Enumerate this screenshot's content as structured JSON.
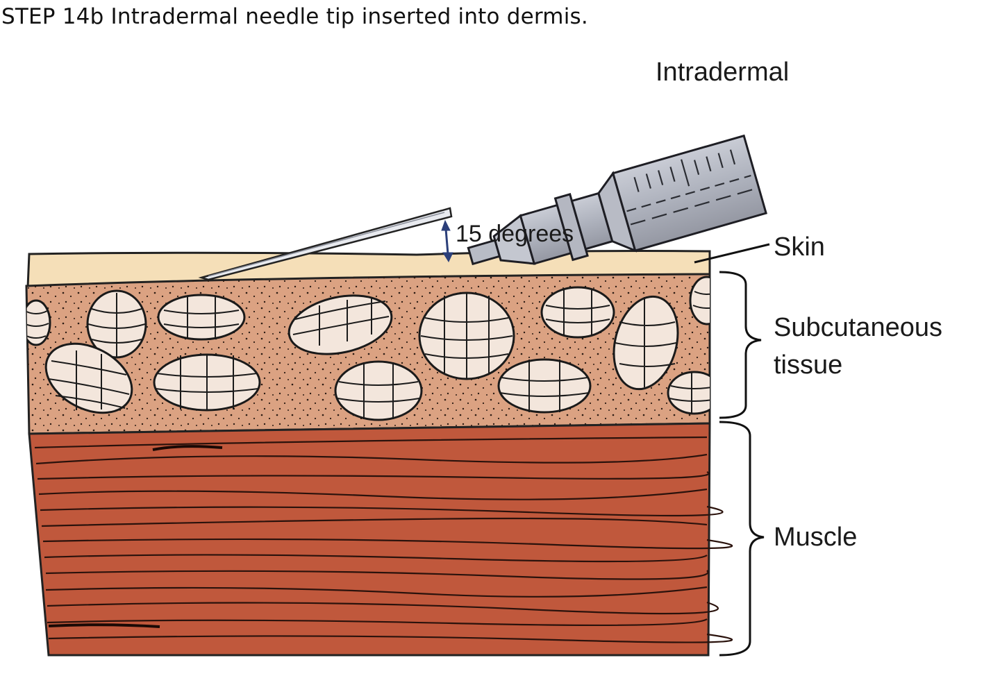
{
  "caption": "STEP 14b  Intradermal needle tip inserted into dermis.",
  "labels": {
    "technique": "Intradermal",
    "angle": "15 degrees",
    "skin": "Skin",
    "subcutaneous_line1": "Subcutaneous",
    "subcutaneous_line2": "tissue",
    "muscle": "Muscle"
  },
  "colors": {
    "skin": "#f5dfb8",
    "subcutaneous": "#dba282",
    "fat_lobule": "#f3e6dc",
    "muscle": "#c0583c",
    "syringe": "#a9adb8",
    "angle_arrow": "#2b3f7a"
  }
}
